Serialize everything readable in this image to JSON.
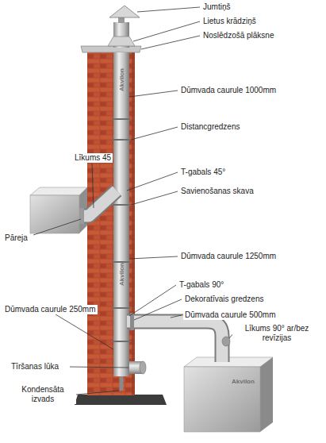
{
  "diagram": {
    "labels": [
      "Jumtiņš",
      "Lietus krādziņš",
      "Noslēdzošā plāksne",
      "Dūmvada caurule 1000mm",
      "Distancgredzens",
      "Līkums 45",
      "T-gabals 45°",
      "Savienošanas skava",
      "Pāreja",
      "Dūmvada caurule 1250mm",
      "T-gabals 90°",
      "Dekoratīvais gredzens",
      "Dūmvada caurule 250mm",
      "Dūmvada caurule 500mm",
      "Līkums 90° ar/bez revīzijas",
      "Tīršanas lūka",
      "Kondensāta izvads",
      "Akvilon",
      "Akvilon",
      "Akvilon"
    ]
  }
}
